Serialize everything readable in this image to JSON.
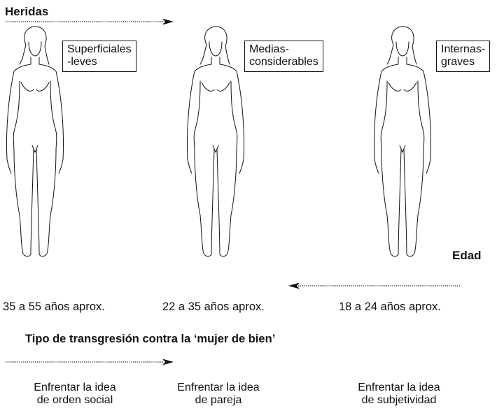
{
  "heridas_title": "Heridas",
  "edad_title": "Edad",
  "tipo_title": "Tipo de transgresión contra la ‘mujer de bien’",
  "figures": [
    {
      "label": "Superficiales\n-leves",
      "age": "35 a 55 años aprox.",
      "transgression": "Enfrentar la idea\nde orden social"
    },
    {
      "label": "Medias-\nconsiderables",
      "age": "22 a 35 años aprox.",
      "transgression": "Enfrentar la idea\nde pareja"
    },
    {
      "label": "Internas-\ngraves",
      "age": "18 a 24 años aprox.",
      "transgression": "Enfrentar la idea\nde subjetividad"
    }
  ]
}
